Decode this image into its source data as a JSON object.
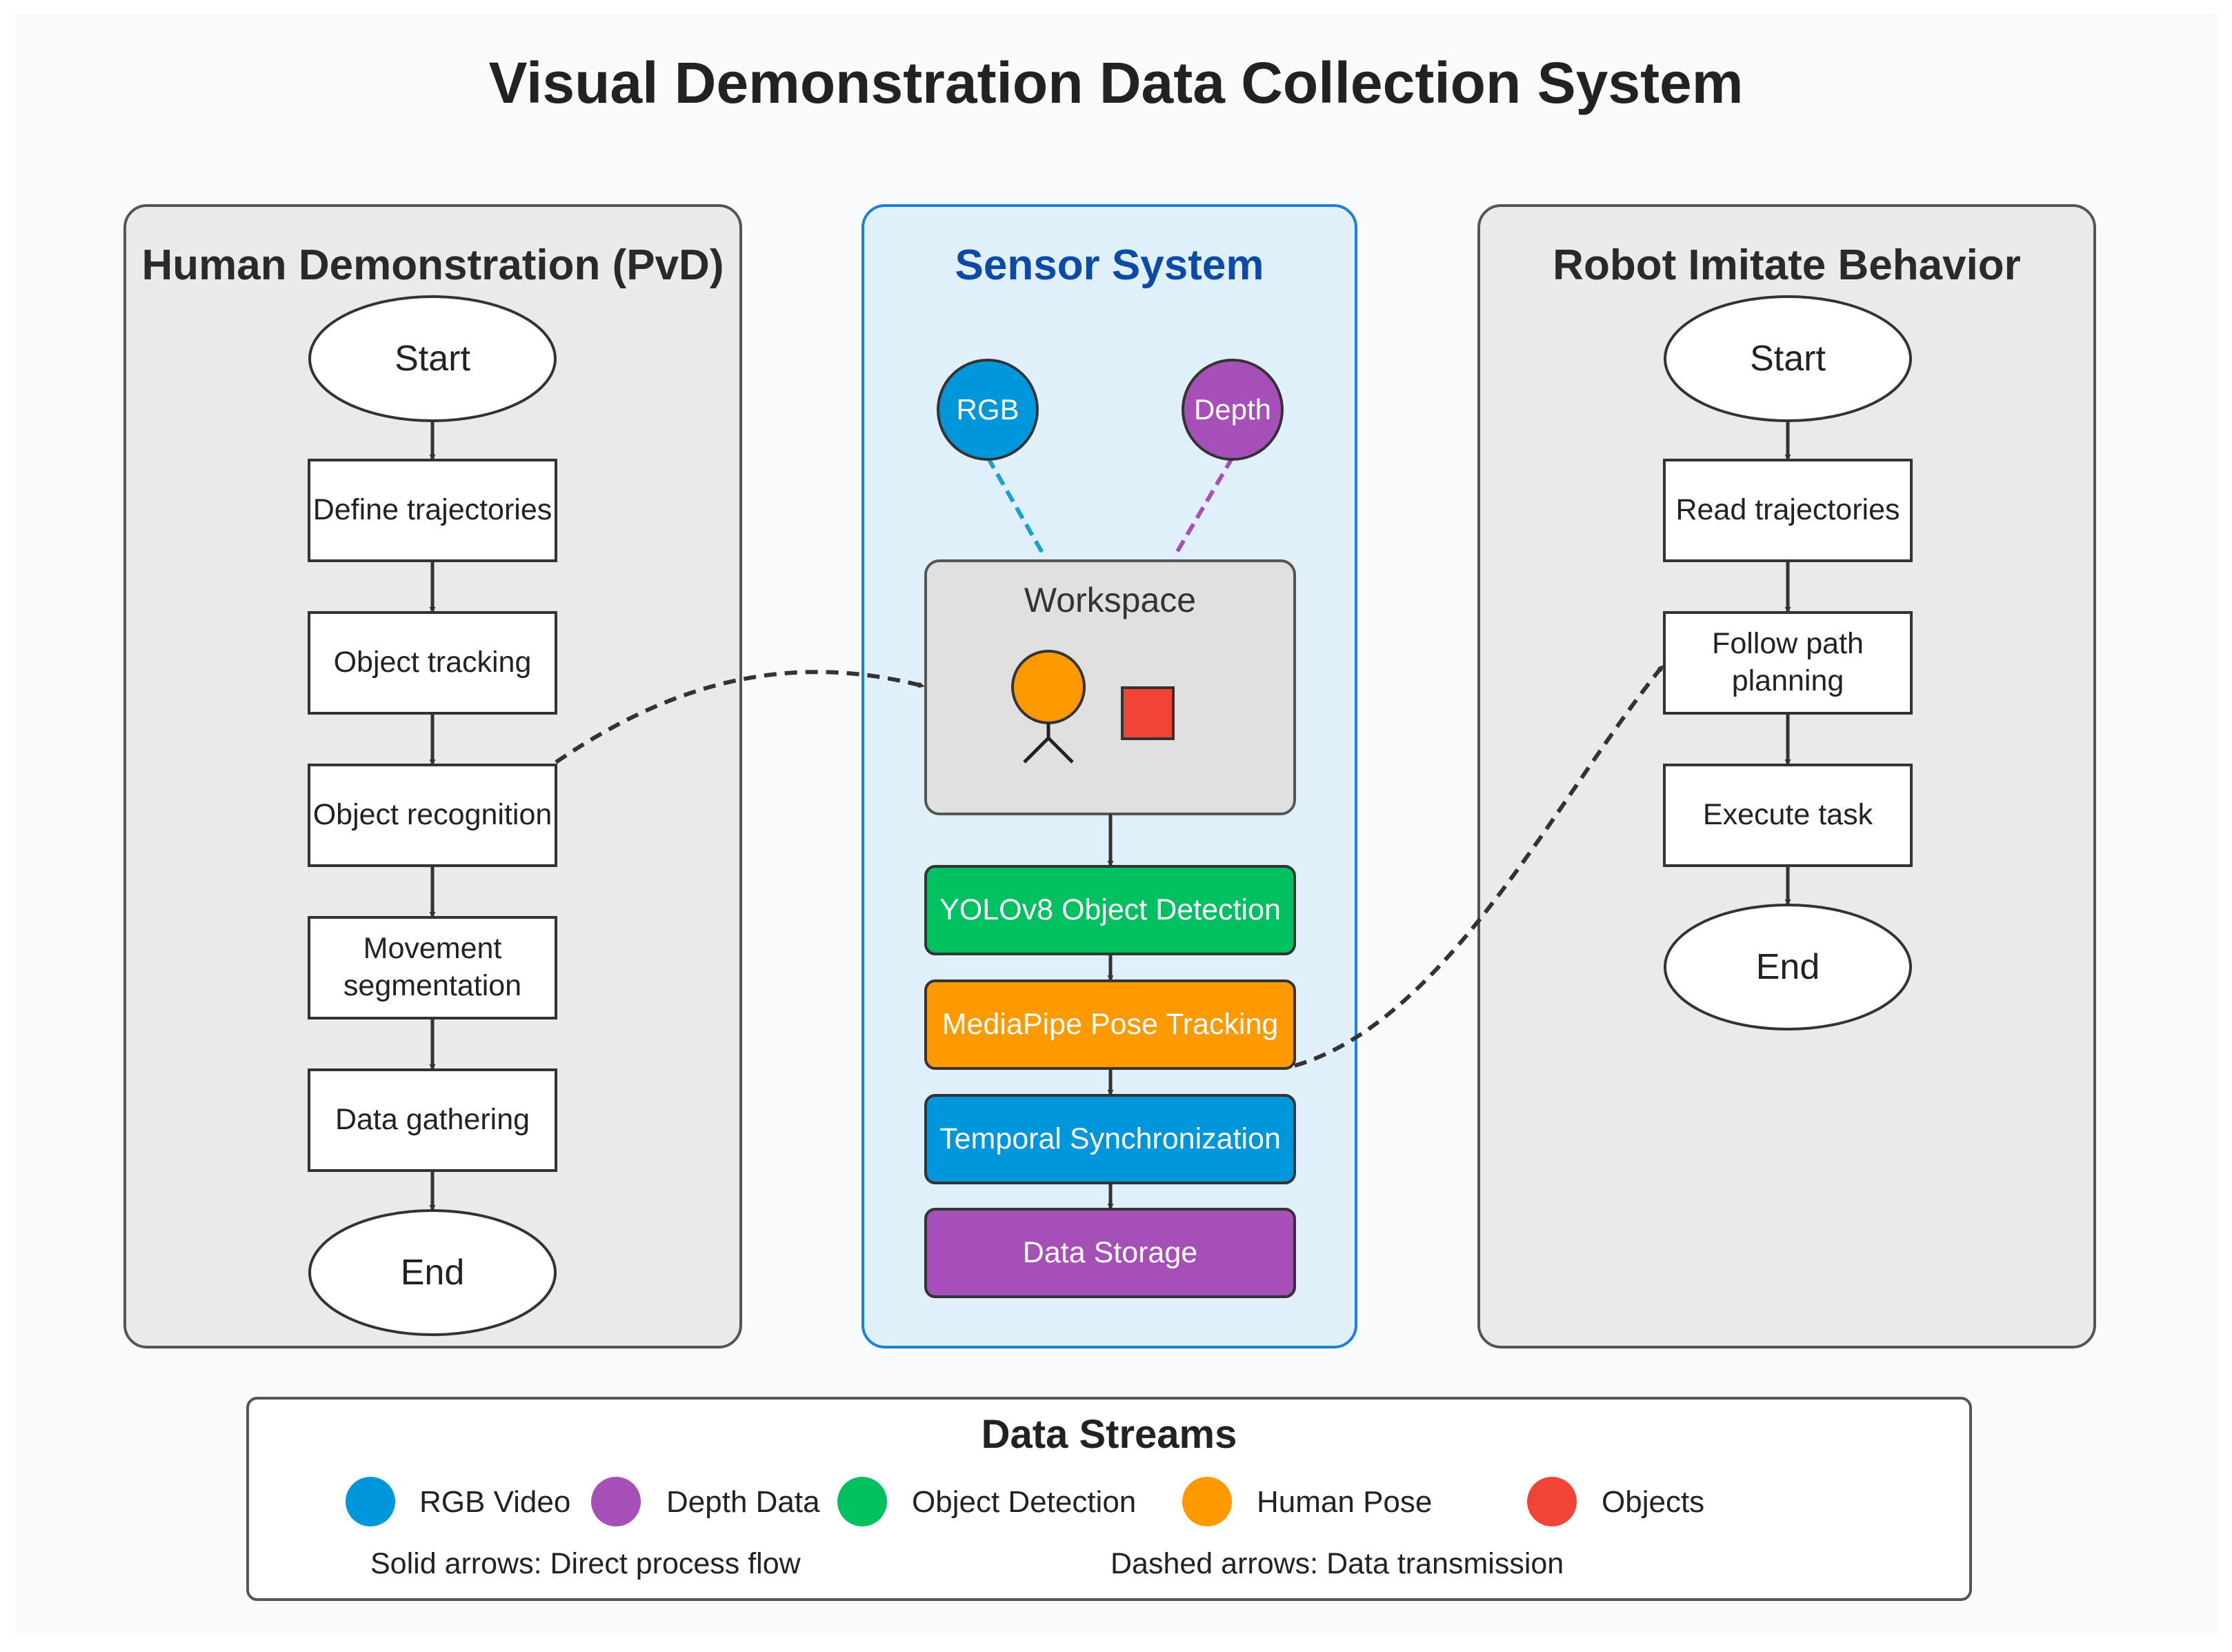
{
  "title": "Visual Demonstration Data Collection System",
  "colors": {
    "rgb": "#0096db",
    "depth": "#a64fb8",
    "detection": "#00c060",
    "pose": "#ff9900",
    "objects": "#f24337",
    "panel_gray": "#e8eaeb",
    "panel_blue": "#e0f0fb",
    "sensor_border": "#1e7fd6"
  },
  "human_panel": {
    "title": "Human Demonstration (PvD)",
    "start": "Start",
    "steps": [
      "Define trajectories",
      "Object tracking",
      "Object recognition",
      "Movement segmentation",
      "Data gathering"
    ],
    "end": "End"
  },
  "sensor_panel": {
    "title": "Sensor System",
    "rgb_sensor": "RGB",
    "depth_sensor": "Depth",
    "workspace": "Workspace",
    "stages": [
      "YOLOv8 Object Detection",
      "MediaPipe Pose Tracking",
      "Temporal Synchronization",
      "Data Storage"
    ]
  },
  "robot_panel": {
    "title": "Robot Imitate Behavior",
    "start": "Start",
    "steps": [
      "Read trajectories",
      "Follow path planning",
      "Execute task"
    ],
    "end": "End"
  },
  "legend": {
    "title": "Data Streams",
    "items": [
      {
        "label": "RGB Video",
        "color": "#0096db"
      },
      {
        "label": "Depth Data",
        "color": "#a64fb8"
      },
      {
        "label": "Object Detection",
        "color": "#00c060"
      },
      {
        "label": "Human Pose",
        "color": "#ff9900"
      },
      {
        "label": "Objects",
        "color": "#f24337"
      }
    ],
    "solid_note": "Solid arrows: Direct process flow",
    "dashed_note": "Dashed arrows: Data transmission"
  }
}
